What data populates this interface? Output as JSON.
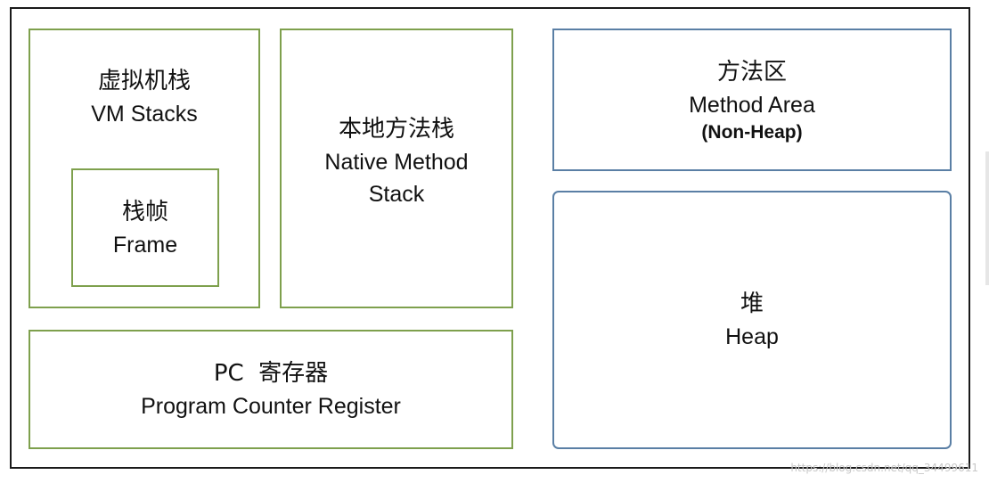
{
  "vm_stacks": {
    "zh": "虚拟机栈",
    "en": "VM Stacks"
  },
  "frame": {
    "zh": "栈帧",
    "en": "Frame"
  },
  "native_method_stack": {
    "zh": "本地方法栈",
    "en_line1": "Native Method",
    "en_line2": "Stack"
  },
  "method_area": {
    "zh": "方法区",
    "en": "Method Area",
    "note": "(Non-Heap)"
  },
  "heap": {
    "zh": "堆",
    "en": "Heap"
  },
  "pc_register": {
    "zh": "PC  寄存器",
    "en": "Program Counter Register"
  },
  "watermark": "https://blog.csdn.net/qq_34499611",
  "colors": {
    "green_border": "#7ea04d",
    "blue_border": "#5a7fa5",
    "outer_border": "#1a1a1a"
  }
}
